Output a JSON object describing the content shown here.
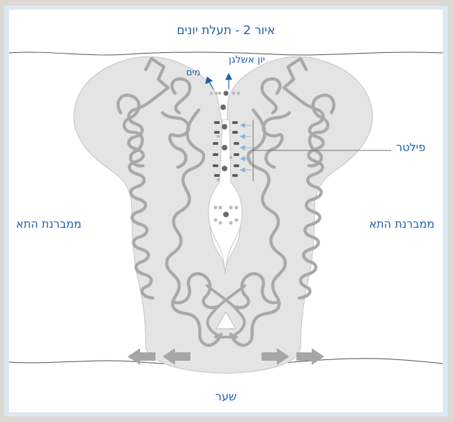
{
  "figure": {
    "title": "איור 2 - תעלת יונים",
    "labels": {
      "ion": "יון אשלגן",
      "water": "מים",
      "filter": "פילטר",
      "membrane_left": "ממברנת התא",
      "membrane_right": "ממברנת התא",
      "gate": "שער"
    }
  },
  "colors": {
    "label_text": "#1d5fb0",
    "protein_fill": "#e4e4e4",
    "protein_outline": "#c8c8c8",
    "helix": "#a9a9a9",
    "arrow": "#a6a6a6",
    "panel_border": "#dde8f3"
  }
}
